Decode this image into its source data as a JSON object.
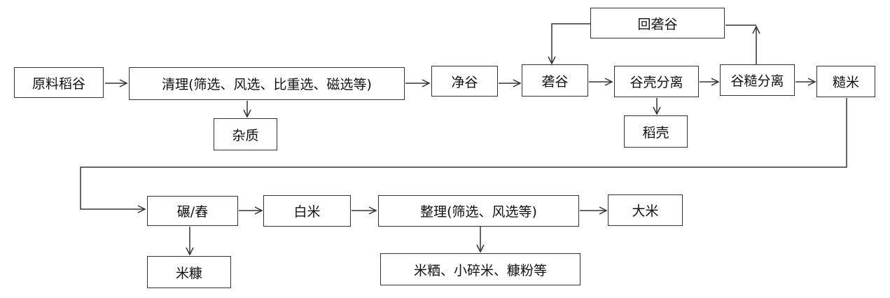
{
  "nodes": {
    "raw_grain": "原料稻谷",
    "cleaning": "清理(筛选、风选、比重选、磁选等)",
    "impurities": "杂质",
    "clean_grain": "净谷",
    "husking": "砻谷",
    "husk_separation": "谷壳分离",
    "husk": "稻壳",
    "paddy_separation": "谷糙分离",
    "return_husking": "回砻谷",
    "brown_rice": "糙米",
    "milling": "碾/舂",
    "bran": "米糠",
    "white_rice": "白米",
    "grading": "整理(筛选、风选等)",
    "byproducts": "米粞、小碎米、糠粉等",
    "polished_rice": "大米"
  },
  "colors": {
    "line": "#333333",
    "text": "#111111"
  }
}
